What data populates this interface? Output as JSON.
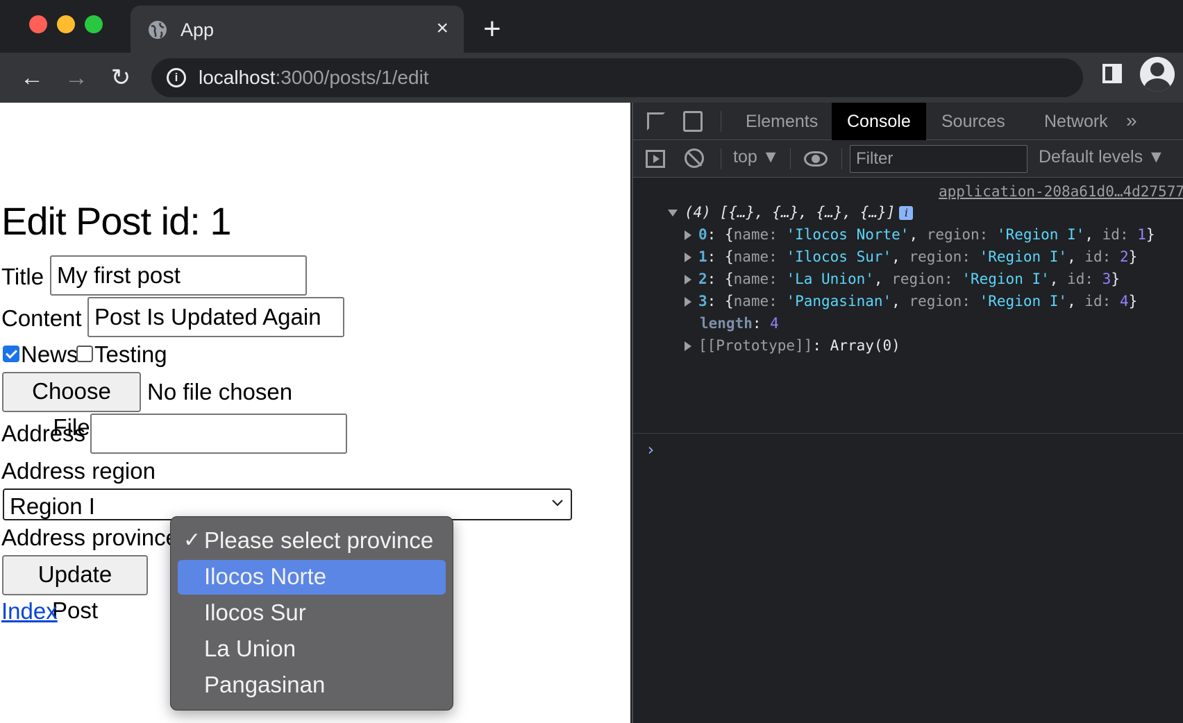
{
  "browser": {
    "tab": {
      "title": "App",
      "close_glyph": "×",
      "icon": "globe-icon"
    },
    "new_tab_glyph": "+",
    "nav": {
      "back_glyph": "←",
      "forward_glyph": "→",
      "reload_glyph": "↻"
    },
    "url": {
      "host": "localhost",
      "rest": ":3000/posts/1/edit"
    }
  },
  "page": {
    "title": "Edit Post id: 1",
    "form": {
      "title_label": "Title",
      "title_value": "My first post",
      "content_label": "Content",
      "content_value": "Post Is Updated Again",
      "checkbox_news": {
        "label": "News",
        "checked": true
      },
      "checkbox_testing": {
        "label": "Testing",
        "checked": false
      },
      "file_button": "Choose File",
      "file_status": "No file chosen",
      "address_label": "Address",
      "address_value": "",
      "region_label": "Address region",
      "region_value": "Region I",
      "province_label": "Address province",
      "submit_label": "Update Post"
    },
    "index_link": "Index",
    "province_dropdown": {
      "check_glyph": "✓",
      "options": [
        {
          "label": "Please select province",
          "checked": true,
          "highlighted": false
        },
        {
          "label": "Ilocos Norte",
          "checked": false,
          "highlighted": true
        },
        {
          "label": "Ilocos Sur",
          "checked": false,
          "highlighted": false
        },
        {
          "label": "La Union",
          "checked": false,
          "highlighted": false
        },
        {
          "label": "Pangasinan",
          "checked": false,
          "highlighted": false
        }
      ]
    }
  },
  "devtools": {
    "tabs": [
      "Elements",
      "Console",
      "Sources",
      "Network"
    ],
    "active_tab": "Console",
    "more_glyph": "»",
    "context": "top ▼",
    "filter_placeholder": "Filter",
    "levels": "Default levels ▼",
    "console": {
      "source": "application-208a61d0…4d27577",
      "array_summary": "(4) [{…}, {…}, {…}, {…}]",
      "info_badge": "i",
      "items": [
        {
          "index": "0",
          "name": "'Ilocos Norte'",
          "region": "'Region I'",
          "id": "1"
        },
        {
          "index": "1",
          "name": "'Ilocos Sur'",
          "region": "'Region I'",
          "id": "2"
        },
        {
          "index": "2",
          "name": "'La Union'",
          "region": "'Region I'",
          "id": "3"
        },
        {
          "index": "3",
          "name": "'Pangasinan'",
          "region": "'Region I'",
          "id": "4"
        }
      ],
      "length_key": "length",
      "length_value": "4",
      "prototype": "[[Prototype]]",
      "prototype_value": "Array(0)",
      "prompt_glyph": "›"
    }
  },
  "colors": {
    "accent": "#1a73e8",
    "dropdown_highlight": "#5b86e5",
    "link": "#0645d8"
  }
}
